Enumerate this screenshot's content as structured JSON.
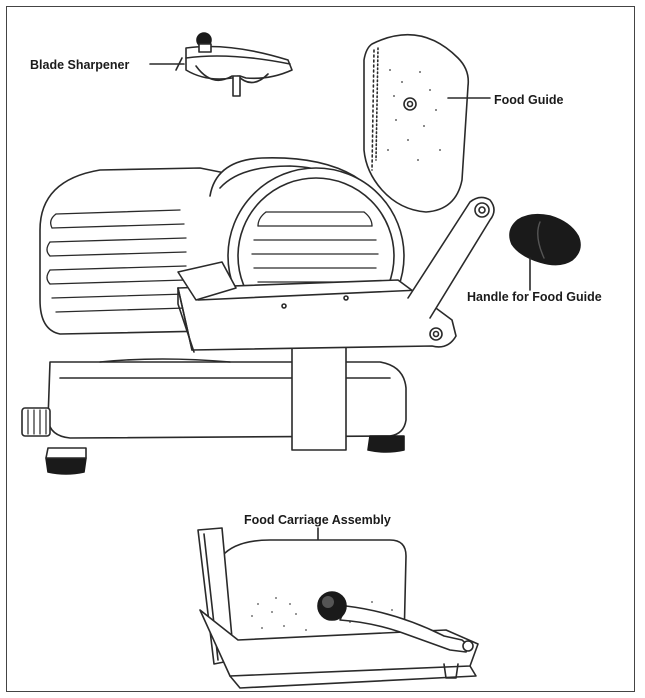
{
  "labels": {
    "blade_sharpener": "Blade Sharpener",
    "food_guide": "Food Guide",
    "handle_for_food_guide": "Handle for Food Guide",
    "food_carriage_assembly": "Food Carriage Assembly"
  },
  "colors": {
    "line": "#2a2a2a",
    "dark_part": "#1a1a1a",
    "background": "#ffffff"
  }
}
